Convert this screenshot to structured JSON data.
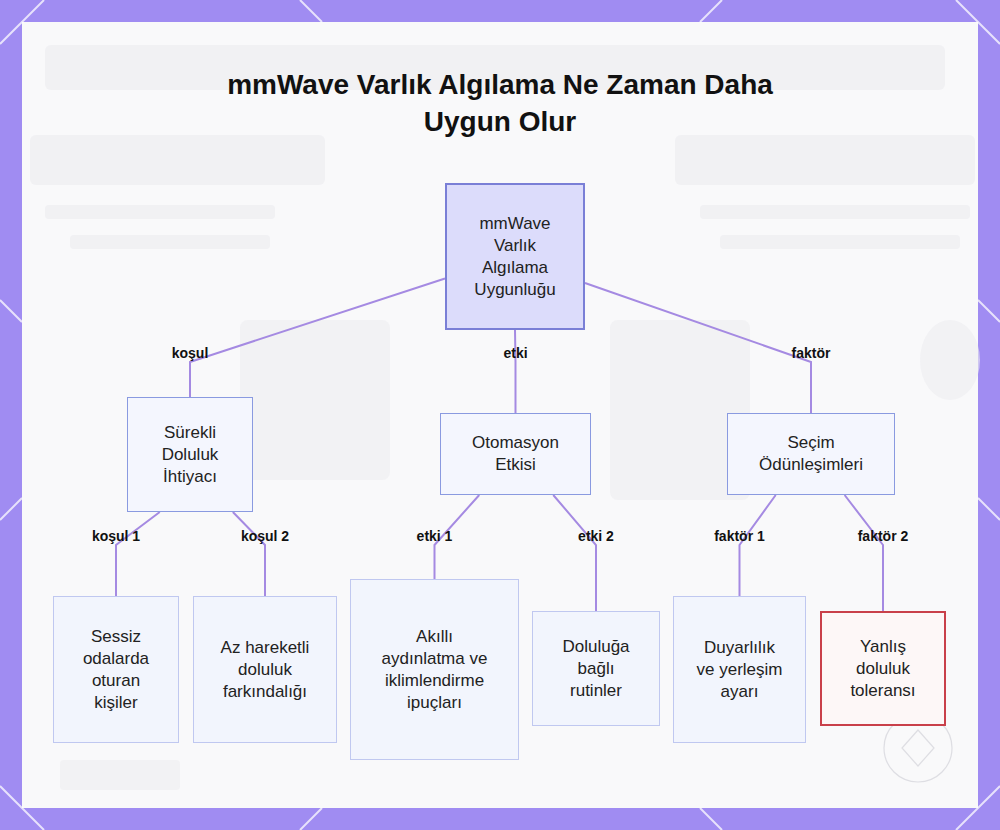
{
  "diagram": {
    "title": "mmWave Varlık Algılama Ne Zaman Daha Uygun Olur",
    "nodes": [
      {
        "text": [
          "mmWave Varlık Algılama Uygunluğu"
        ]
      },
      {
        "text": [
          "Sürekli Doluluk İhtiyacı"
        ]
      },
      {
        "text": [
          "Otomasyon Etkisi"
        ]
      },
      {
        "text": [
          "Seçim Ödünleşimleri"
        ]
      },
      {
        "text": [
          "Sessiz odalarda oturan kişiler"
        ]
      },
      {
        "text": [
          "Az hareketli doluluk farkındalığı"
        ]
      },
      {
        "text": [
          "Akıllı aydınlatma ve iklimlendirme ipuçları"
        ]
      },
      {
        "text": [
          "Doluluğa bağlı rutinler"
        ]
      },
      {
        "text": [
          "Duyarlılık ve yerleşim ayarı"
        ]
      },
      {
        "text": [
          "Yanlış doluluk toleransı"
        ]
      }
    ],
    "edges": [
      {
        "from": 0,
        "to": 1,
        "label": "koşul",
        "arrow": "none"
      },
      {
        "from": 0,
        "to": 2,
        "label": "etki",
        "arrow": "none"
      },
      {
        "from": 0,
        "to": 3,
        "label": "faktör",
        "arrow": "none"
      },
      {
        "from": 1,
        "to": 4,
        "label": "koşul 1",
        "arrow": "none"
      },
      {
        "from": 1,
        "to": 5,
        "label": "koşul 2",
        "arrow": "none"
      },
      {
        "from": 2,
        "to": 6,
        "label": "etki 1",
        "arrow": "none"
      },
      {
        "from": 2,
        "to": 7,
        "label": "etki 2",
        "arrow": "none"
      },
      {
        "from": 3,
        "to": 8,
        "label": "faktör 1",
        "arrow": "none"
      },
      {
        "from": 3,
        "to": 9,
        "label": "faktör 2",
        "arrow": "none"
      }
    ]
  }
}
